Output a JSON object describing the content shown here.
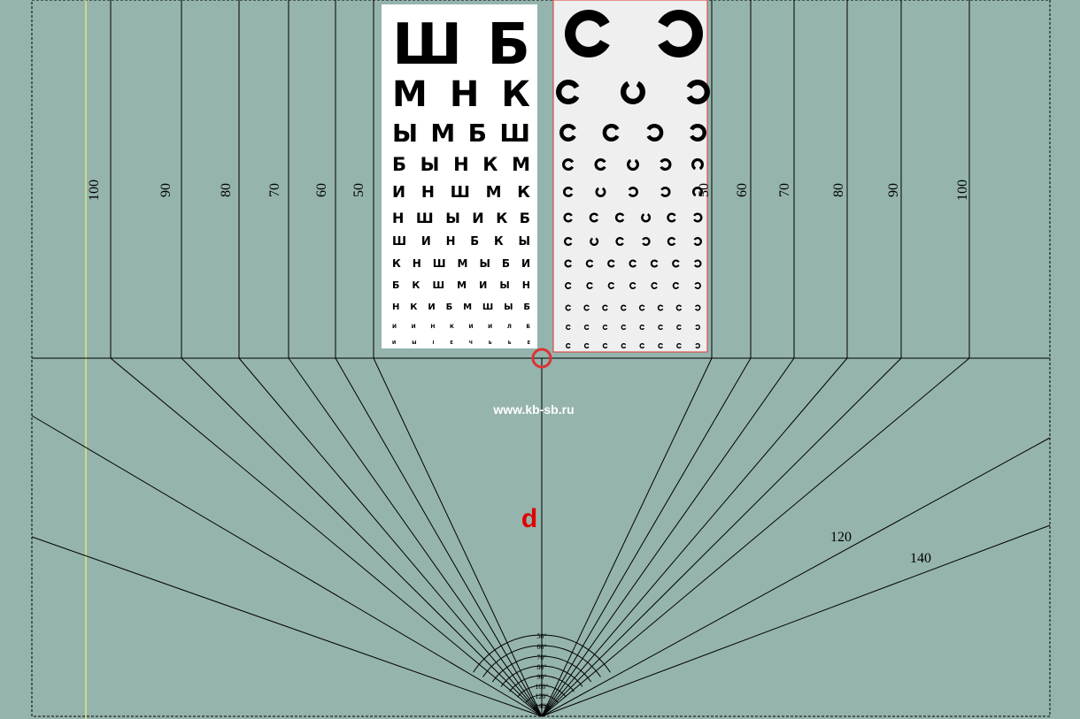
{
  "website": "www.kb-sb.ru",
  "distance_label": "d",
  "left_scale_labels": [
    "100",
    "90",
    "80",
    "70",
    "60",
    "50"
  ],
  "right_scale_labels": [
    "50",
    "60",
    "70",
    "80",
    "90",
    "100"
  ],
  "side_labels": [
    "120",
    "140"
  ],
  "angle_labels": [
    "50°",
    "60°",
    "70°",
    "80°",
    "90°",
    "100°",
    "120°",
    "140°"
  ],
  "letter_chart_rows": [
    "ШБ",
    "МНК",
    "ЫМБШ",
    "БЫНКМ",
    "ИНШМК",
    "НШЫИКБ",
    "ШИНБКЫ",
    "КНШМЫБИ",
    "БКШМИЫН",
    "НКИБМШЫБ",
    "ИИНКИИЛБ",
    "ИЫІЕЧЬЬЕ"
  ],
  "ring_chart_rows": [
    [
      "r",
      "l"
    ],
    [
      "r",
      "u",
      "l"
    ],
    [
      "r",
      "r",
      "l",
      "l"
    ],
    [
      "r",
      "r",
      "u",
      "l",
      "d"
    ],
    [
      "r",
      "u",
      "l",
      "l",
      "d"
    ],
    [
      "r",
      "r",
      "r",
      "u",
      "r",
      "l"
    ],
    [
      "r",
      "u",
      "r",
      "l",
      "r",
      "l"
    ],
    [
      "r",
      "r",
      "r",
      "r",
      "r",
      "r",
      "l"
    ],
    [
      "r",
      "r",
      "r",
      "r",
      "r",
      "r",
      "l"
    ],
    [
      "r",
      "r",
      "r",
      "r",
      "r",
      "r",
      "r",
      "l"
    ],
    [
      "r",
      "r",
      "r",
      "r",
      "r",
      "r",
      "r",
      "l"
    ],
    [
      "r",
      "r",
      "r",
      "r",
      "r",
      "r",
      "r",
      "l"
    ]
  ],
  "colors": {
    "background": "#95b4ad",
    "marker": "#e00000",
    "guide": "#ffff66",
    "chart_border": "#d33"
  }
}
